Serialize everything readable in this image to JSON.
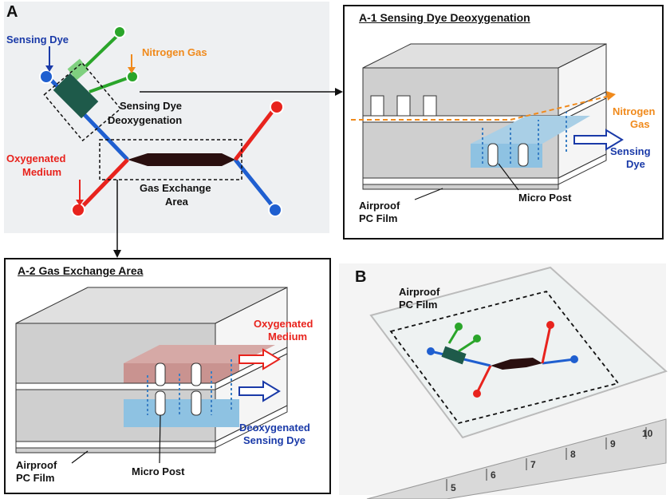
{
  "panel_a": {
    "letter": "A",
    "sensing_dye": "Sensing Dye",
    "nitrogen_gas": "Nitrogen Gas",
    "sensing_dye_deox_line1": "Sensing Dye",
    "sensing_dye_deox_line2": "Deoxygenation",
    "oxygenated_medium_line1": "Oxygenated",
    "oxygenated_medium_line2": "Medium",
    "gas_exchange_line1": "Gas Exchange",
    "gas_exchange_line2": "Area"
  },
  "panel_a1": {
    "title": "A-1 Sensing Dye Deoxygenation",
    "nitrogen_line1": "Nitrogen",
    "nitrogen_line2": "Gas",
    "sensing_line1": "Sensing",
    "sensing_line2": "Dye",
    "airproof_line1": "Airproof",
    "airproof_line2": "PC Film",
    "micro_post": "Micro Post"
  },
  "panel_a2": {
    "title": "A-2 Gas Exchange Area",
    "oxygenated_line1": "Oxygenated",
    "oxygenated_line2": "Medium",
    "deox_line1": "Deoxygenated",
    "deox_line2": "Sensing Dye",
    "airproof_line1": "Airproof",
    "airproof_line2": "PC Film",
    "micro_post": "Micro Post"
  },
  "panel_b": {
    "letter": "B",
    "airproof_line1": "Airproof",
    "airproof_line2": "PC Film",
    "ruler_labels": [
      "5",
      "6",
      "7",
      "8",
      "9",
      "10"
    ]
  },
  "colors": {
    "blue": "#1f5fd0",
    "red": "#e8231d",
    "green": "#2aa52a",
    "orange": "#f08a1c",
    "dark_blue": "#1a3aa8"
  }
}
